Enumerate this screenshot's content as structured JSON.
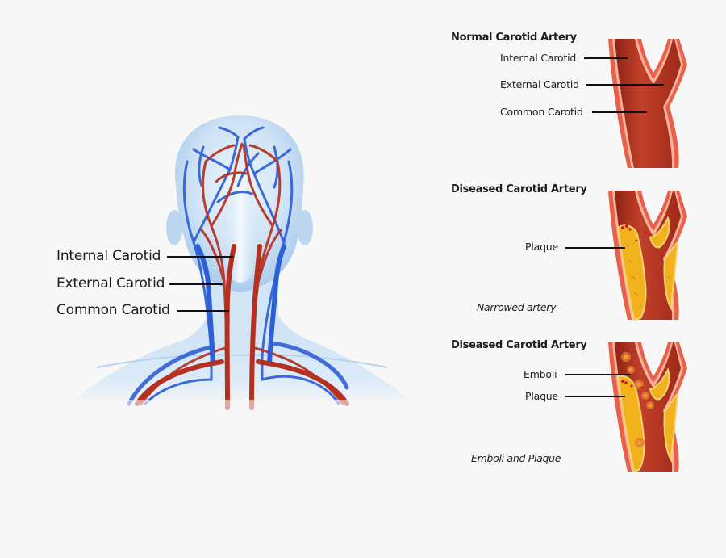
{
  "head_figure": {
    "labels": [
      {
        "text": "Internal Carotid"
      },
      {
        "text": "External Carotid"
      },
      {
        "text": "Common Carotid"
      }
    ]
  },
  "panels": [
    {
      "title": "Normal Carotid Artery",
      "labels": [
        {
          "text": "Internal Carotid"
        },
        {
          "text": "External Carotid"
        },
        {
          "text": "Common Carotid"
        }
      ],
      "caption": ""
    },
    {
      "title": "Diseased Carotid Artery",
      "labels": [
        {
          "text": "Plaque"
        }
      ],
      "caption": "Narrowed artery"
    },
    {
      "title": "Diseased Carotid Artery",
      "labels": [
        {
          "text": "Emboli"
        },
        {
          "text": "Plaque"
        }
      ],
      "caption": "Emboli and Plaque"
    }
  ],
  "colors": {
    "background": "#f7f7f7",
    "artery_red": "#b5301f",
    "vein_blue": "#2f5fd6",
    "plaque_yellow": "#f2b21e",
    "wall_pink": "#ef8f78",
    "skin_blue": "#cfe3f5"
  }
}
